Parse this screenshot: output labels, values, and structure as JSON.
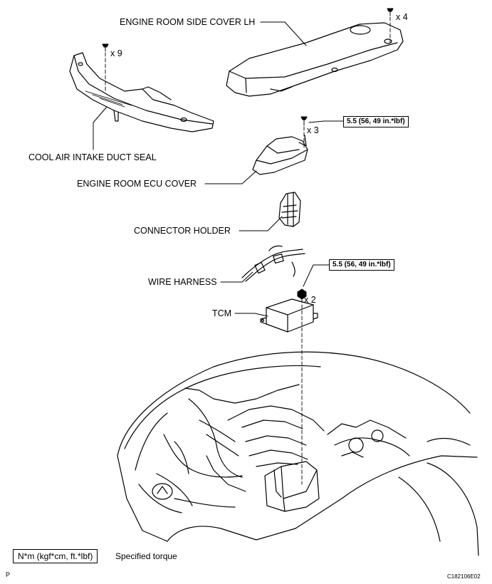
{
  "labels": {
    "engine_room_side_cover": "ENGINE ROOM SIDE COVER LH",
    "cool_air_intake_duct_seal": "COOL AIR INTAKE DUCT SEAL",
    "engine_room_ecu_cover": "ENGINE ROOM ECU COVER",
    "connector_holder": "CONNECTOR HOLDER",
    "wire_harness": "WIRE HARNESS",
    "tcm": "TCM"
  },
  "quantities": {
    "side_cover_clips": "x 4",
    "duct_seal_clips": "x 9",
    "ecu_cover_bolts": "x 3",
    "tcm_nuts": "x 2"
  },
  "torques": {
    "ecu_cover": "5.5 (56, 49 in.*lbf)",
    "tcm": "5.5 (56, 49 in.*lbf)"
  },
  "legend": {
    "unit_box": "N*m (kgf*cm, ft.*lbf)",
    "description": "Specified torque"
  },
  "footer": {
    "left_code": "P",
    "figure_id": "C182106E02"
  }
}
